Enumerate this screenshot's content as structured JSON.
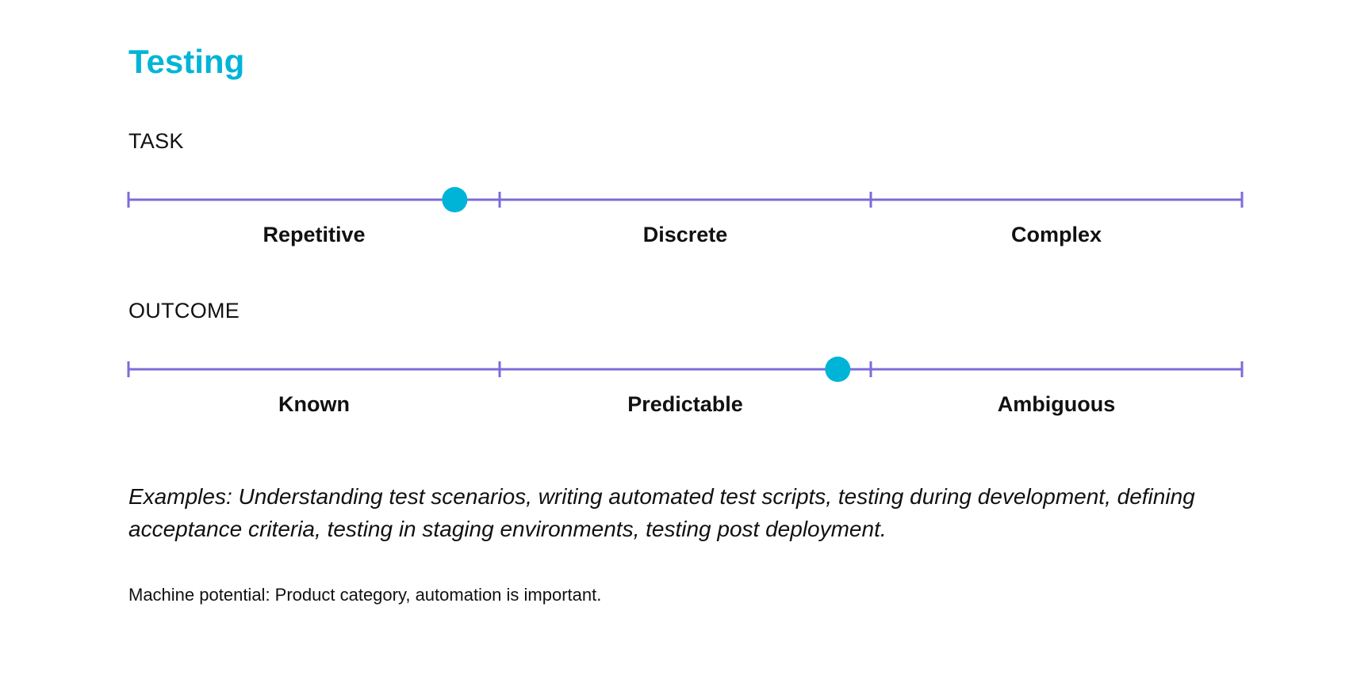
{
  "title": "Testing",
  "colors": {
    "accent": "#00b4d8",
    "scale_line": "#7b6cd9",
    "text": "#111111"
  },
  "scales": {
    "task": {
      "label": "TASK",
      "segments": [
        "Repetitive",
        "Discrete",
        "Complex"
      ],
      "marker_position": 0.293
    },
    "outcome": {
      "label": "OUTCOME",
      "segments": [
        "Known",
        "Predictable",
        "Ambiguous"
      ],
      "marker_position": 0.637
    }
  },
  "examples": "Examples: Understanding test scenarios, writing automated test scripts, testing during development, defining acceptance criteria, testing in staging environments, testing post deployment.",
  "note": "Machine potential: Product category, automation is important."
}
